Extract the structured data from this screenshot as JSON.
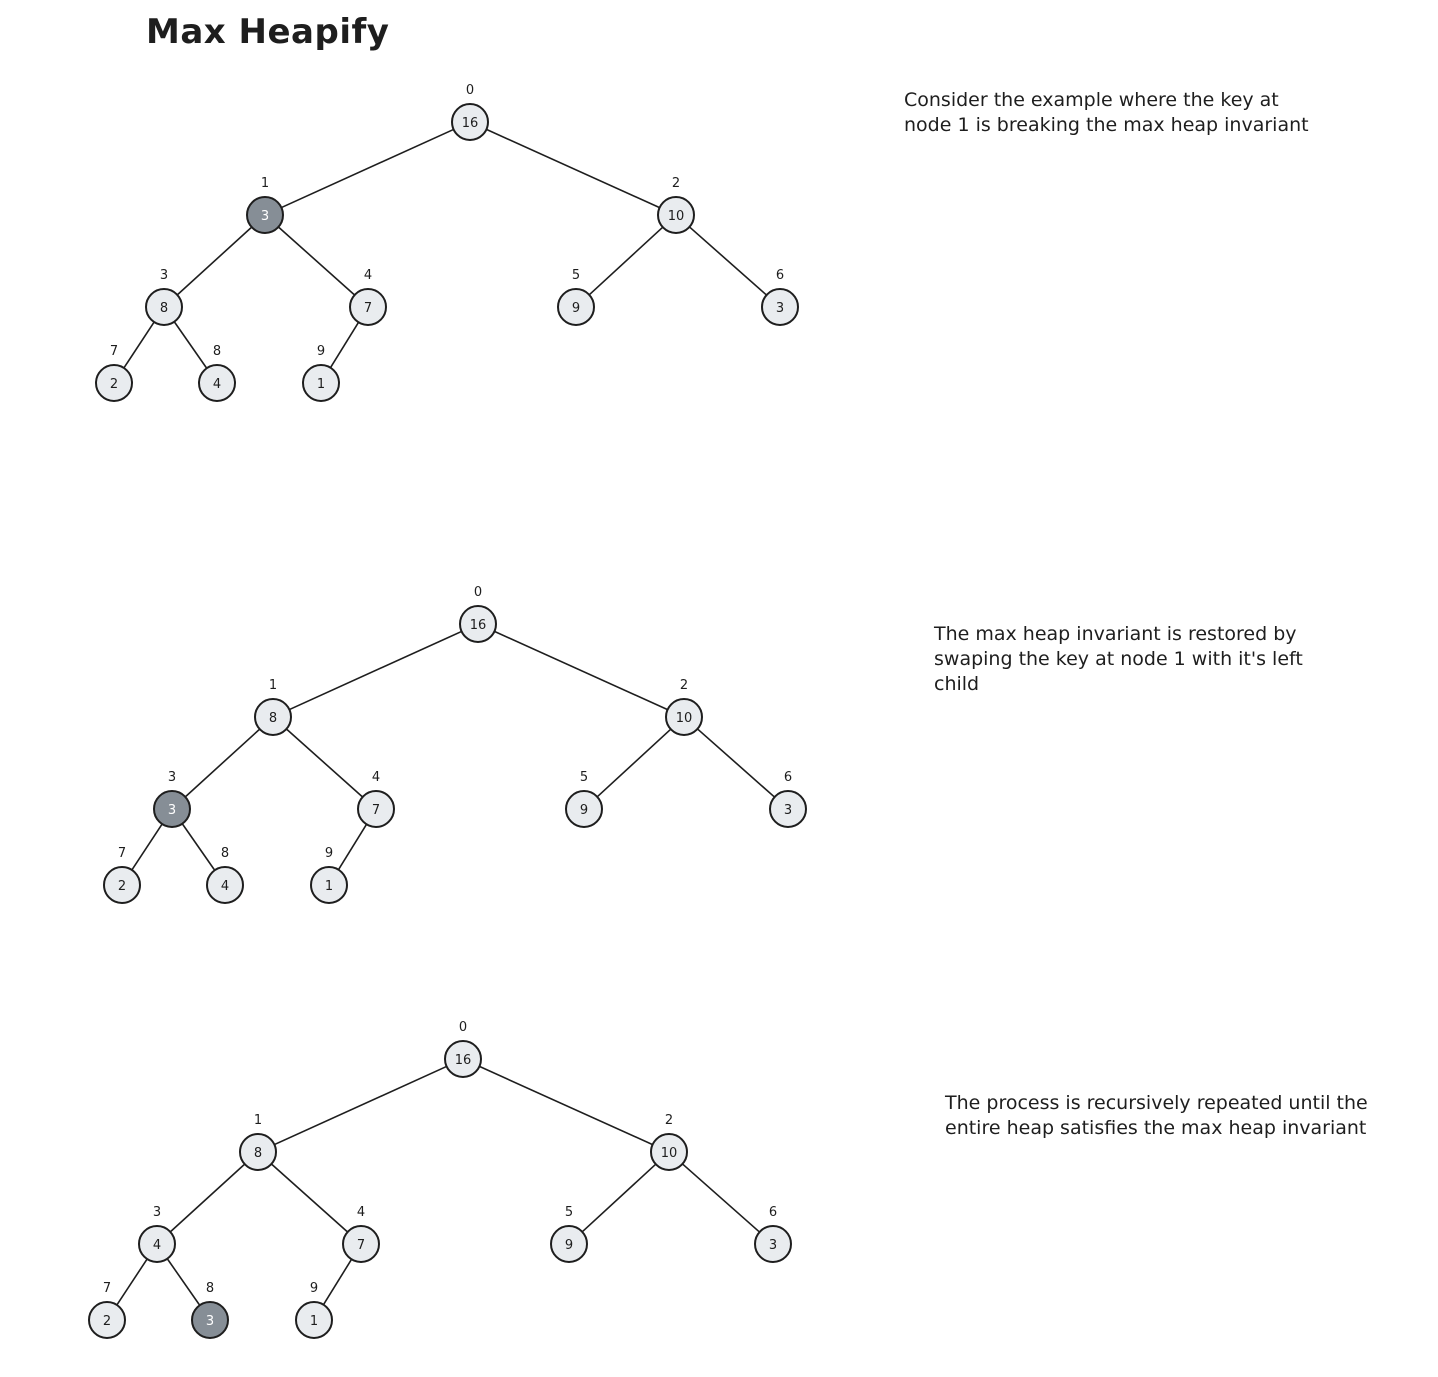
{
  "title": "Max Heapify",
  "colors": {
    "node_fill": "#e9ecef",
    "highlight_fill": "#868e96",
    "stroke": "#1e1e1e",
    "highlight_text": "#ffffff"
  },
  "steps": [
    {
      "caption": "Consider the example where the key at\nnode 1 is breaking the max heap invariant",
      "highlight_index": 1,
      "keys": [
        "16",
        "3",
        "10",
        "8",
        "7",
        "9",
        "3",
        "2",
        "4",
        "1"
      ],
      "indices": [
        "0",
        "1",
        "2",
        "3",
        "4",
        "5",
        "6",
        "7",
        "8",
        "9"
      ]
    },
    {
      "caption": "The max heap invariant is restored by\nswaping the key at node 1 with it's left\nchild",
      "highlight_index": 3,
      "keys": [
        "16",
        "8",
        "10",
        "3",
        "7",
        "9",
        "3",
        "2",
        "4",
        "1"
      ],
      "indices": [
        "0",
        "1",
        "2",
        "3",
        "4",
        "5",
        "6",
        "7",
        "8",
        "9"
      ]
    },
    {
      "caption": "The process is recursively repeated until the\nentire heap satisfies the max heap invariant",
      "highlight_index": 8,
      "keys": [
        "16",
        "8",
        "10",
        "4",
        "7",
        "9",
        "3",
        "2",
        "3",
        "1"
      ],
      "indices": [
        "0",
        "1",
        "2",
        "3",
        "4",
        "5",
        "6",
        "7",
        "8",
        "9"
      ]
    }
  ]
}
